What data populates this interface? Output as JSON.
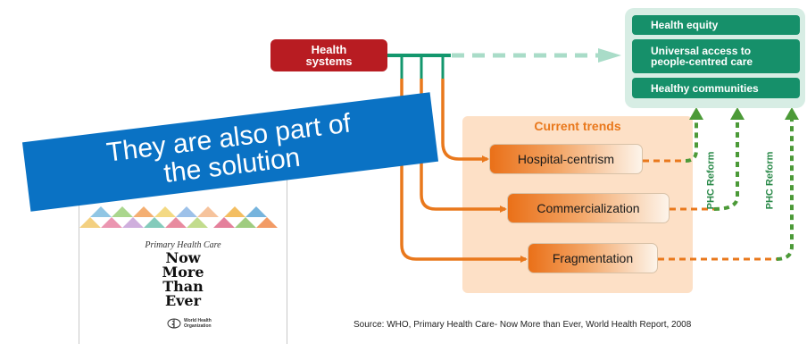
{
  "health_systems": {
    "line1": "Health",
    "line2": "systems"
  },
  "outcomes": {
    "equity": "Health equity",
    "access_line1": "Universal access to",
    "access_line2": "people-centred care",
    "communities": "Healthy communities"
  },
  "trends": {
    "title": "Current trends",
    "items": [
      "Hospital-centrism",
      "Commercialization",
      "Fragmentation"
    ]
  },
  "phc_reform": [
    "PHC Reform",
    "PHC Reform"
  ],
  "banner": {
    "line1": "They are also part of",
    "line2": "the solution"
  },
  "book": {
    "subtitle": "Primary Health Care",
    "title_lines": [
      "Now",
      "More",
      "Than",
      "Ever"
    ],
    "publisher_line1": "World Health",
    "publisher_line2": "Organization"
  },
  "source": "Source: WHO, Primary Health Care- Now More than Ever, World Health Report, 2008",
  "colors": {
    "health_systems": "#b81c22",
    "outcome_green": "#16906a",
    "trend_orange": "#ea7018",
    "banner_blue": "#0a72c4",
    "reform_green": "#2b8a4a"
  }
}
